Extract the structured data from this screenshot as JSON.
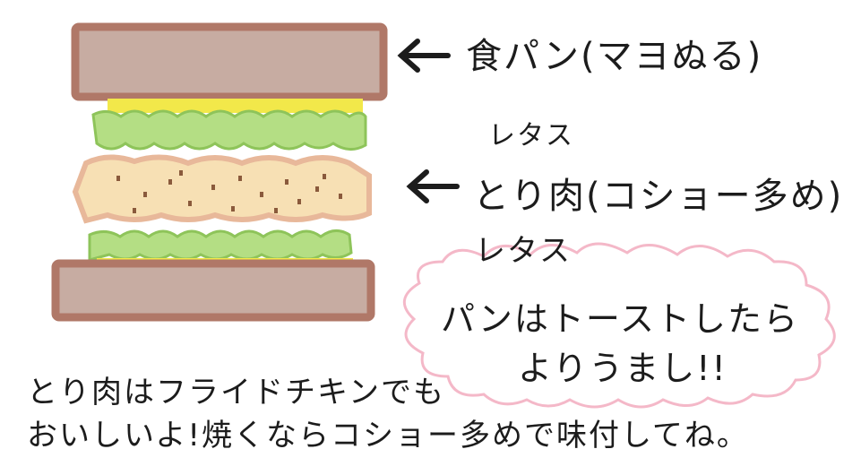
{
  "labels": {
    "bread": "食パン(マヨぬる)",
    "lettuce_top": "レタス",
    "chicken": "とり肉(コショー多め)",
    "lettuce_bottom": "レタス"
  },
  "bubble": {
    "line1": "パンはトーストしたら",
    "line2": "よりうまし!!"
  },
  "note": {
    "line1": "とり肉はフライドチキンでも",
    "line2": "おいしいよ!焼くならコショー多めで味付してね。"
  },
  "colors": {
    "bread": "#b07868",
    "bread_fill": "#c4a89c",
    "lettuce": "#a8d870",
    "mayo": "#f2e84a",
    "chicken": "#f7ddb0",
    "chicken_edge": "#e8b89a",
    "pepper": "#8a5a3c",
    "bubble_edge": "#f4b8c8",
    "arrow": "#1c1c1c"
  }
}
